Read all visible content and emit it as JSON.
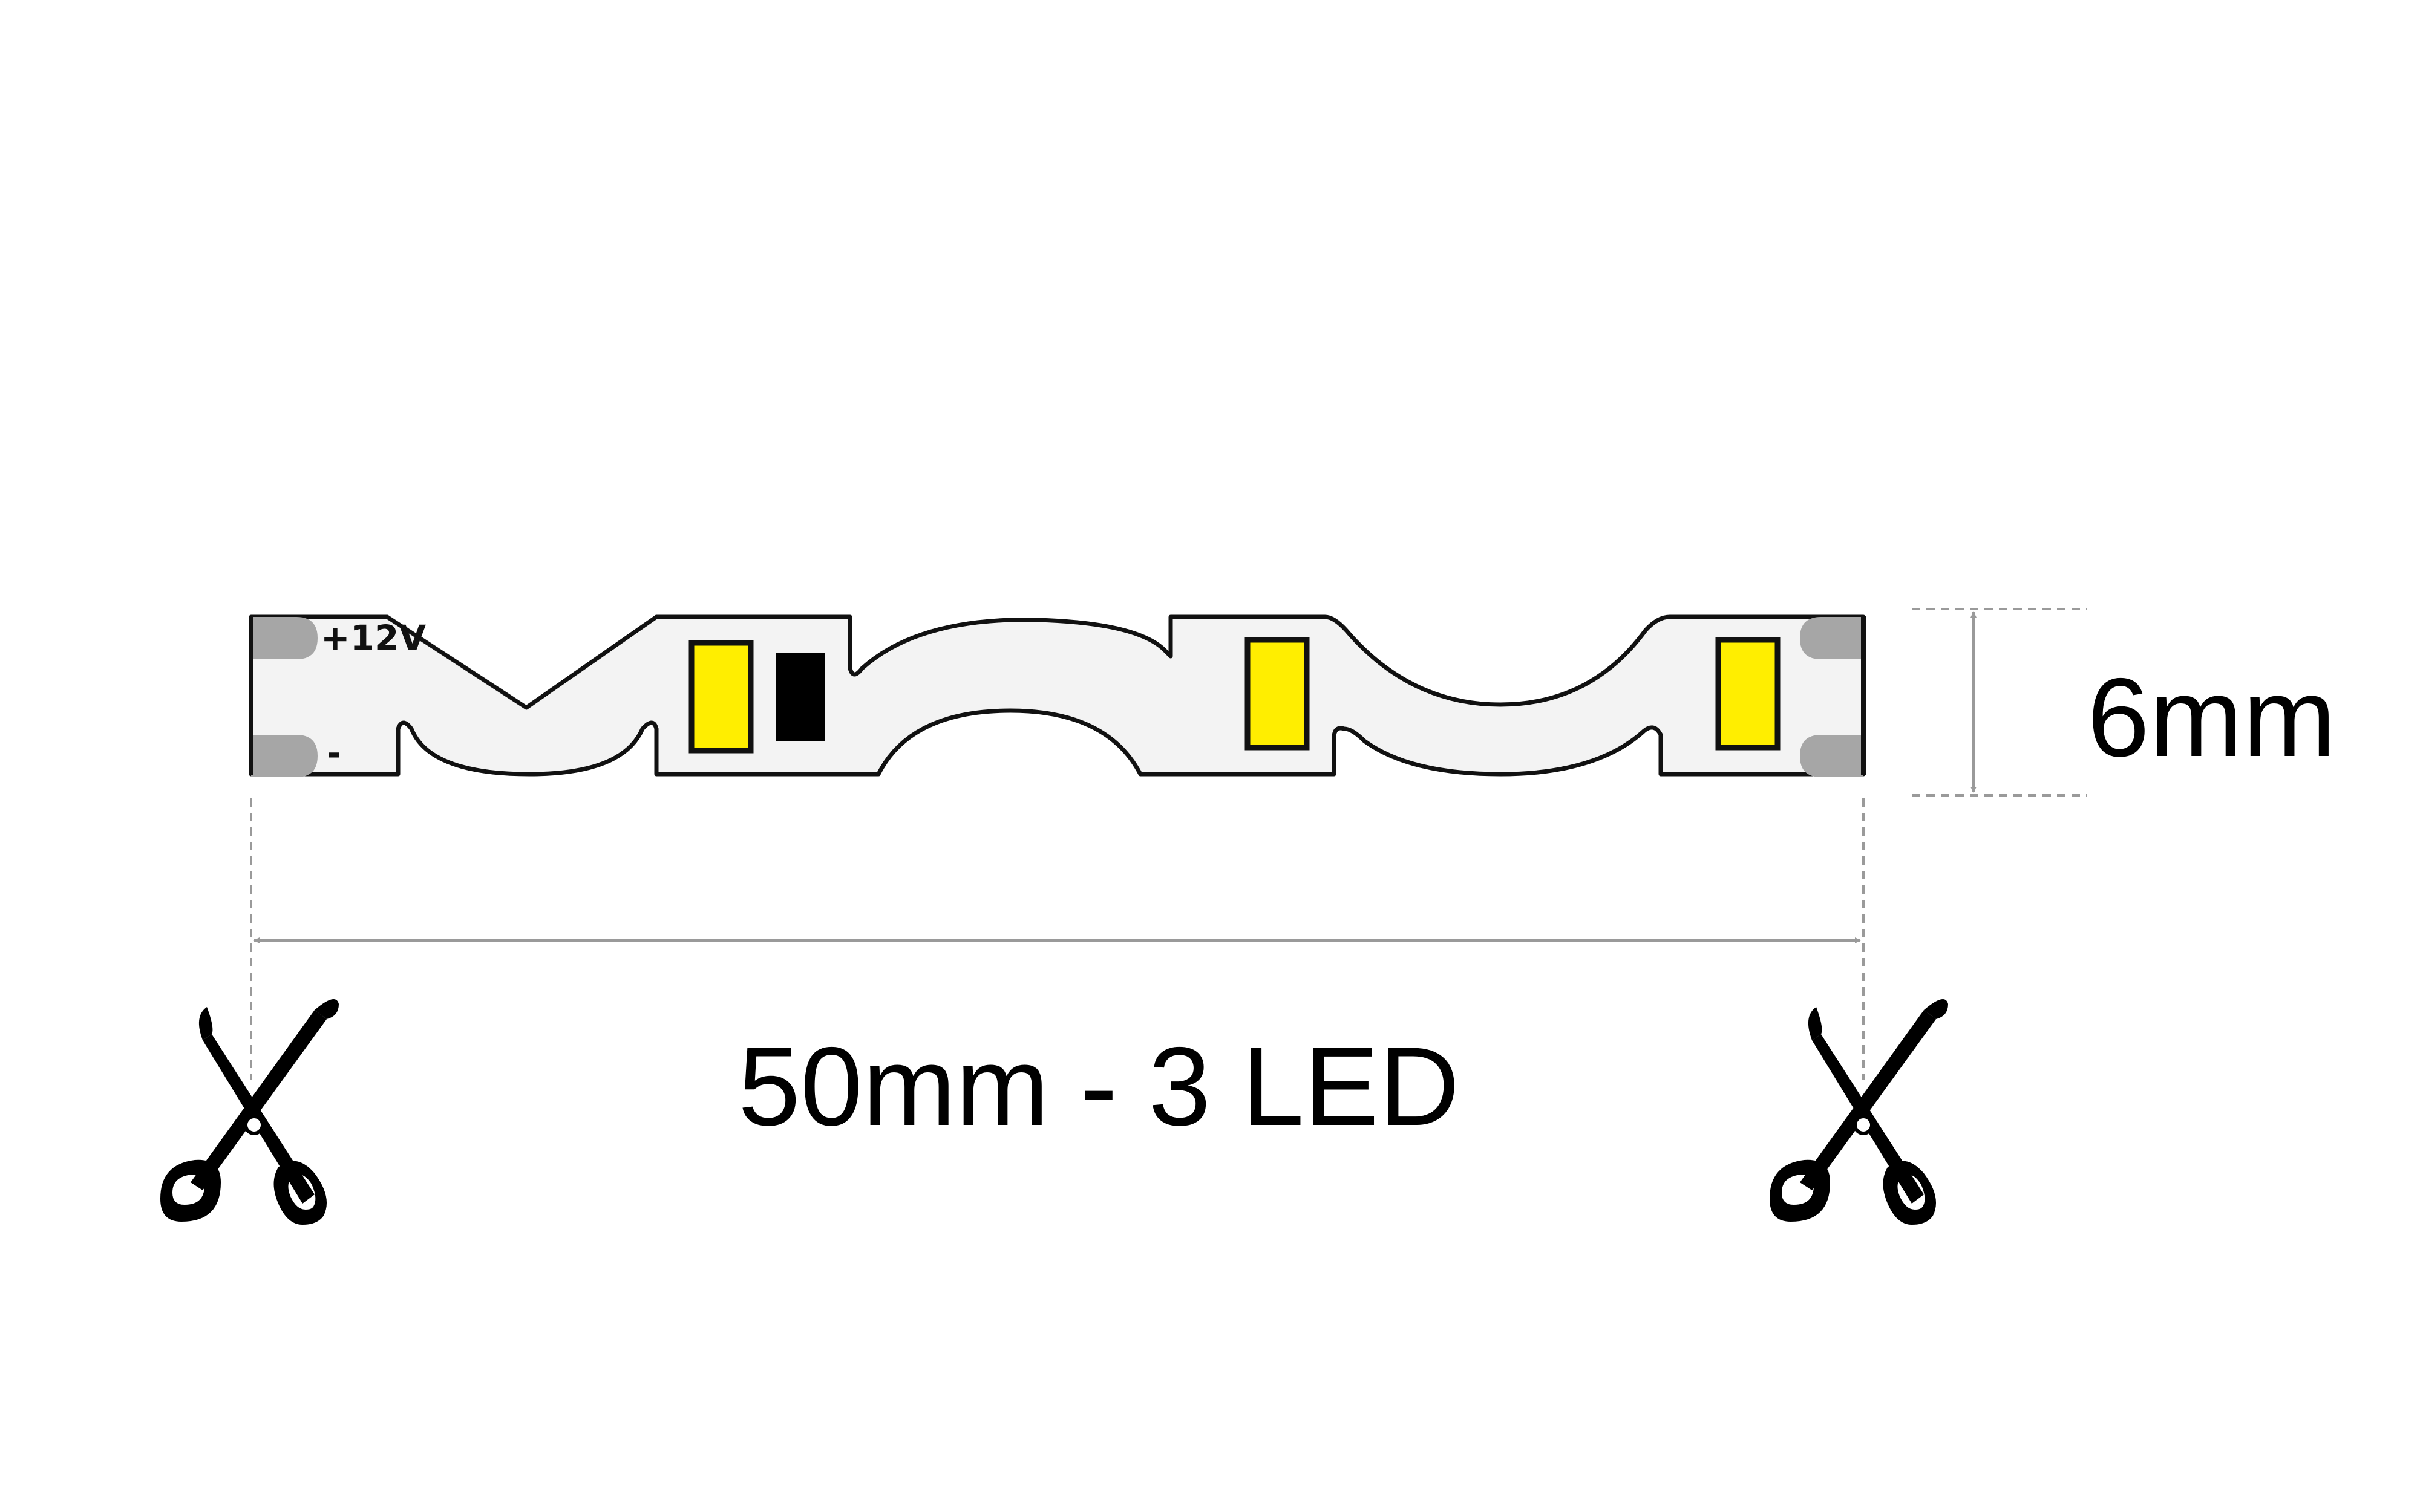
{
  "labels": {
    "positive": "+12V",
    "negative": "-",
    "width": "6mm",
    "segment": "50mm - 3 LED"
  },
  "colors": {
    "background": "#ffffff",
    "strip_fill": "#f3f3f3",
    "outline": "#111111",
    "led": "#ffee00",
    "resistor": "#000000",
    "pad": "#a6a6a6",
    "dimension": "#9a9a9a"
  },
  "icons": {
    "cut_left": "scissors-icon",
    "cut_right": "scissors-icon"
  },
  "led_count": 3
}
